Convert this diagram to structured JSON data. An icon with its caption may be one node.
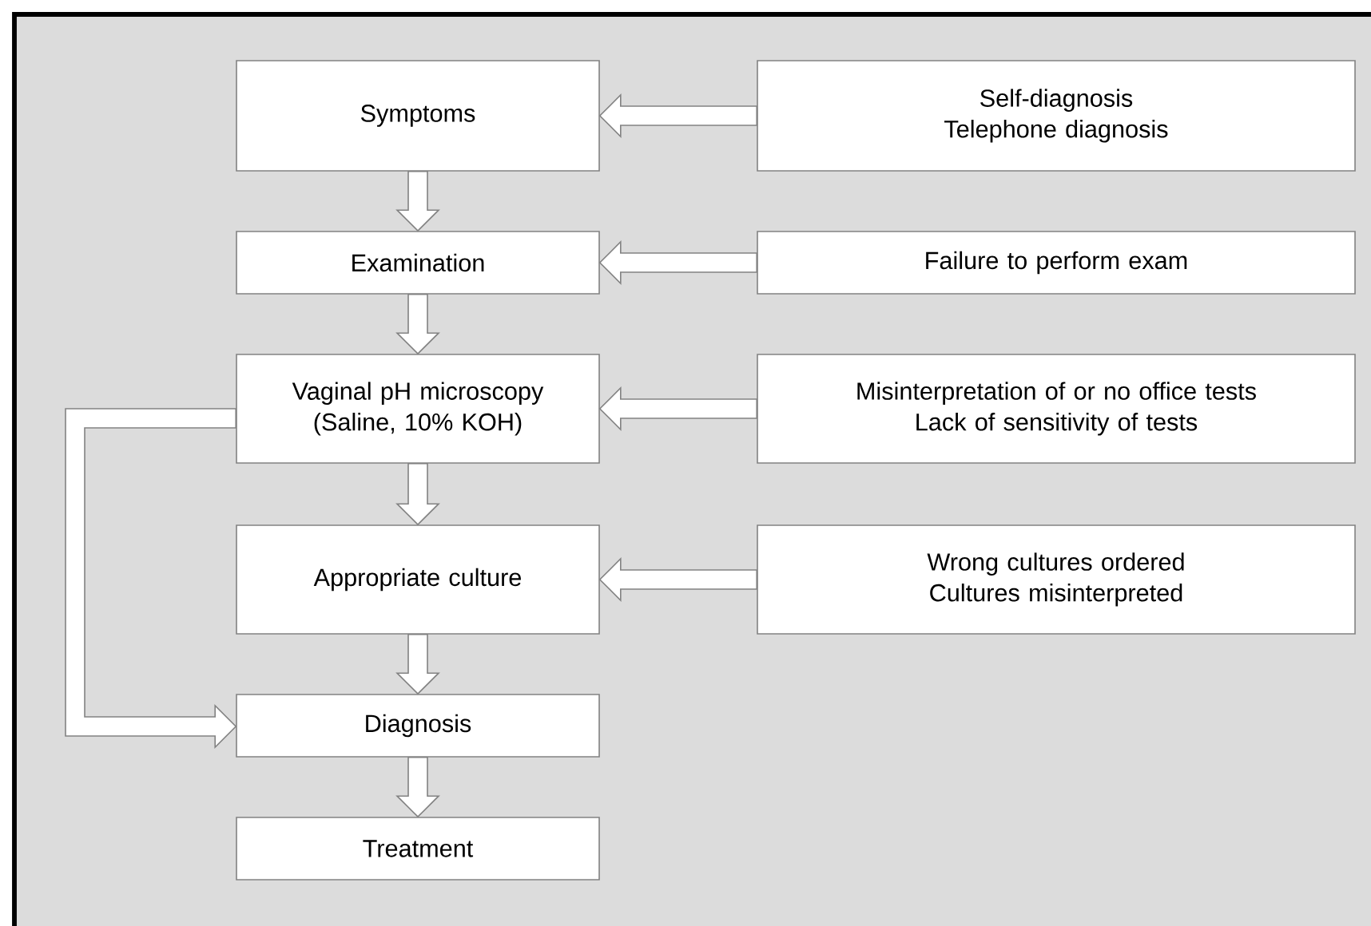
{
  "diagram": {
    "nodes": [
      {
        "text": [
          "Symptoms"
        ]
      },
      {
        "text": [
          "Self-diagnosis",
          "Telephone diagnosis"
        ]
      },
      {
        "text": [
          "Examination"
        ]
      },
      {
        "text": [
          "Failure to perform exam"
        ]
      },
      {
        "text": [
          "Vaginal pH microscopy (Saline, 10% KOH)"
        ]
      },
      {
        "text": [
          "Misinterpretation of or no office tests",
          "Lack of sensitivity of tests"
        ]
      },
      {
        "text": [
          "Appropriate culture"
        ]
      },
      {
        "text": [
          "Wrong cultures ordered",
          "Cultures misinterpreted"
        ]
      },
      {
        "text": [
          "Diagnosis"
        ]
      },
      {
        "text": [
          "Treatment"
        ]
      }
    ],
    "edges": [
      {
        "from": 0,
        "to": 2,
        "arrow": "to"
      },
      {
        "from": 2,
        "to": 4,
        "arrow": "to"
      },
      {
        "from": 4,
        "to": 6,
        "arrow": "to"
      },
      {
        "from": 6,
        "to": 8,
        "arrow": "to"
      },
      {
        "from": 8,
        "to": 9,
        "arrow": "to"
      },
      {
        "from": 1,
        "to": 0,
        "arrow": "to"
      },
      {
        "from": 3,
        "to": 2,
        "arrow": "to"
      },
      {
        "from": 5,
        "to": 4,
        "arrow": "to"
      },
      {
        "from": 7,
        "to": 6,
        "arrow": "to"
      },
      {
        "from": 4,
        "to": 8,
        "arrow": "to"
      }
    ]
  }
}
